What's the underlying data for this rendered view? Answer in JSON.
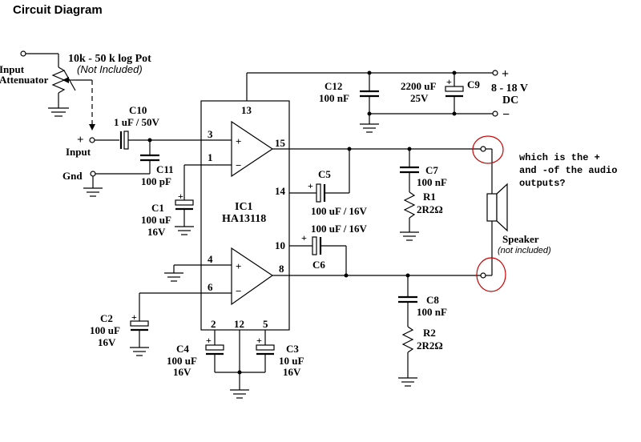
{
  "title": "Circuit Diagram",
  "input_attenuator": {
    "line1": "Input",
    "line2": "Attenuator"
  },
  "pot": {
    "label": "10k - 50 k log Pot",
    "note": "(Not Included)"
  },
  "input": {
    "plus": "+",
    "label": "Input",
    "gnd": "Gnd"
  },
  "c10": {
    "name": "C10",
    "value": "1 uF / 50V"
  },
  "c11": {
    "name": "C11",
    "value": "100 pF"
  },
  "c1": {
    "name": "C1",
    "value": "100 uF",
    "voltage": "16V",
    "plus": "+"
  },
  "c2": {
    "name": "C2",
    "value": "100 uF",
    "voltage": "16V",
    "plus": "+"
  },
  "c3": {
    "name": "C3",
    "value": "10 uF",
    "voltage": "16V",
    "plus": "+"
  },
  "c4": {
    "name": "C4",
    "value": "100 uF",
    "voltage": "16V",
    "plus": "+"
  },
  "c5": {
    "name": "C5",
    "value": "100 uF / 16V",
    "plus": "+"
  },
  "c6": {
    "name": "C6",
    "value": "100 uF / 16V",
    "plus": "+"
  },
  "c7": {
    "name": "C7",
    "value": "100 nF"
  },
  "c8": {
    "name": "C8",
    "value": "100 nF"
  },
  "c9": {
    "name": "C9",
    "value": "2200 uF",
    "voltage": "25V",
    "plus": "+"
  },
  "c12": {
    "name": "C12",
    "value": "100 nF"
  },
  "r1": {
    "name": "R1",
    "value": "2R2Ω"
  },
  "r2": {
    "name": "R2",
    "value": "2R2Ω"
  },
  "ic": {
    "name": "IC1",
    "part": "HA13118"
  },
  "pins": {
    "p1": "1",
    "p2": "2",
    "p3": "3",
    "p4": "4",
    "p5": "5",
    "p6": "6",
    "p8": "8",
    "p10": "10",
    "p12": "12",
    "p13": "13",
    "p14": "14",
    "p15": "15"
  },
  "opamp": {
    "plus": "+",
    "minus": "−"
  },
  "supply": {
    "plus": "+",
    "minus": "−",
    "voltage": "8 - 18 V",
    "dc": "DC"
  },
  "speaker": {
    "label": "Speaker",
    "note": "(not included)"
  },
  "annotation": {
    "line1": "which is the +",
    "line2": "and -of the audio",
    "line3": "outputs?",
    "color": "#cc0000"
  }
}
